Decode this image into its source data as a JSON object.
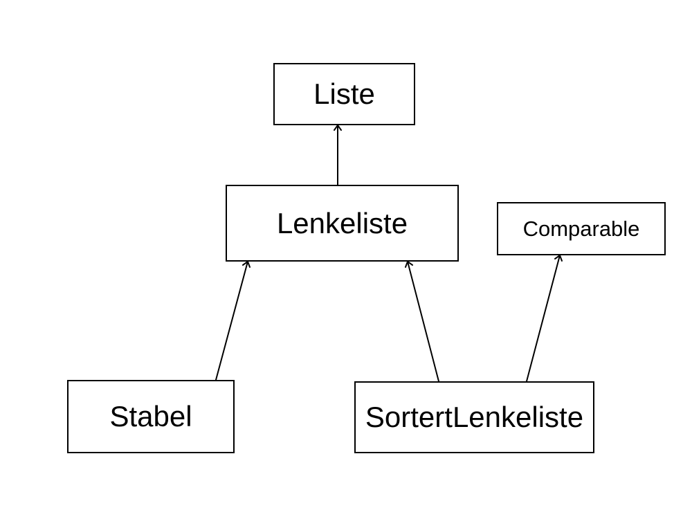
{
  "diagram": {
    "nodes": {
      "liste": "Liste",
      "lenkeliste": "Lenkeliste",
      "comparable": "Comparable",
      "stabel": "Stabel",
      "sortert_lenkeliste": "SortertLenkeliste"
    },
    "edges": [
      {
        "from": "lenkeliste",
        "to": "liste"
      },
      {
        "from": "stabel",
        "to": "lenkeliste"
      },
      {
        "from": "sortert_lenkeliste",
        "to": "lenkeliste"
      },
      {
        "from": "sortert_lenkeliste",
        "to": "comparable"
      }
    ],
    "colors": {
      "line": "#000000",
      "box_border": "#000000",
      "background": "#ffffff"
    }
  }
}
